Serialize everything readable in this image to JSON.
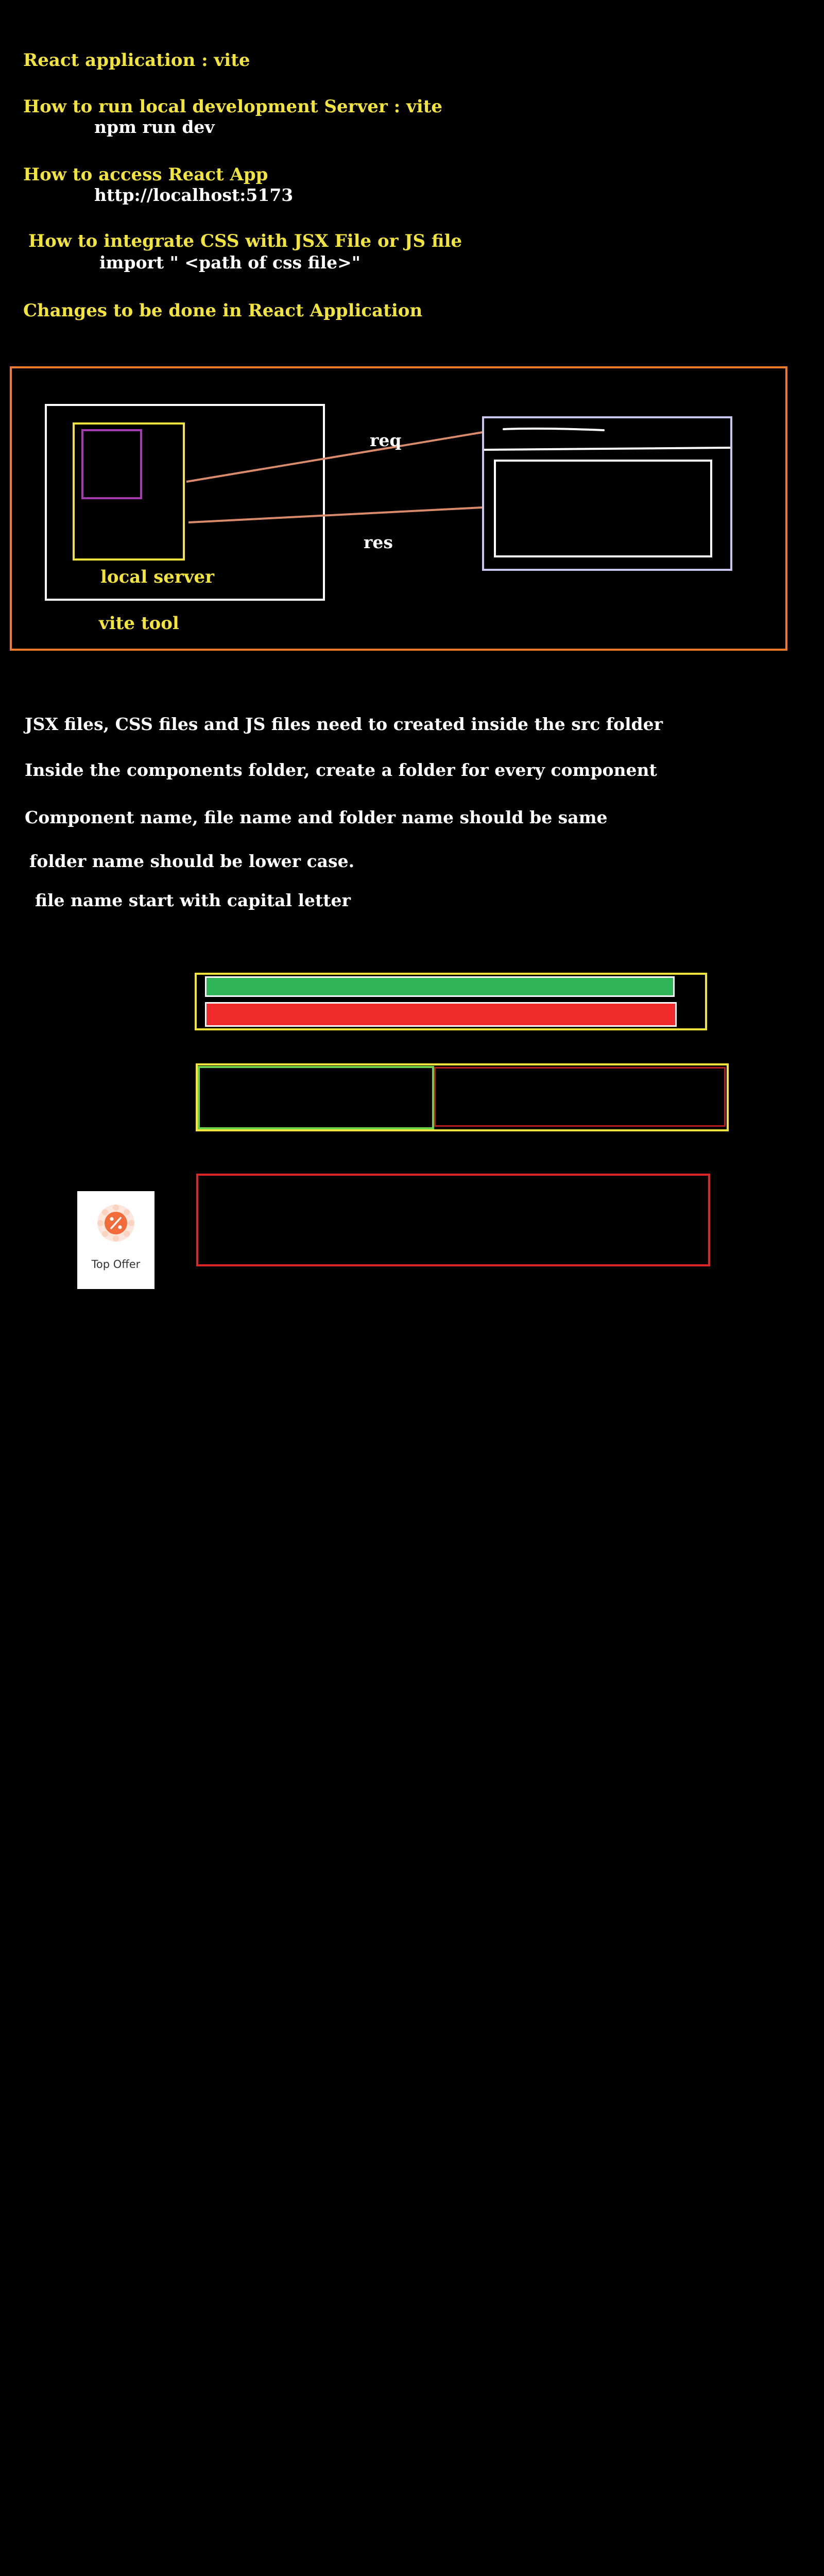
{
  "notes": {
    "title": "React application : vite",
    "run_server_heading": "How to run local development Server : vite",
    "run_server_command": "npm run dev",
    "access_heading": "How to access React App",
    "access_url": "http://localhost:5173",
    "css_heading": "How to integrate CSS with JSX File or JS file",
    "css_import": "import \" <path of css file>\"",
    "changes_heading": "Changes to be done in React Application"
  },
  "diagram": {
    "req_label": "req",
    "res_label": "res",
    "server_label": "local server",
    "tool_label": "vite tool"
  },
  "rules": [
    "JSX files, CSS files and JS files need to created inside the src folder",
    "Inside the components folder, create a folder for every component",
    "Component name, file name and folder name should be same",
    "folder name should be lower case.",
    "file name start with capital letter"
  ],
  "demo": {
    "bar_colors": {
      "green": "#2fb457",
      "red": "#ee2a2a"
    },
    "offer_card": {
      "label": "Top Offer",
      "icon": "percent-badge-icon",
      "accent": "#f26b3a"
    }
  }
}
